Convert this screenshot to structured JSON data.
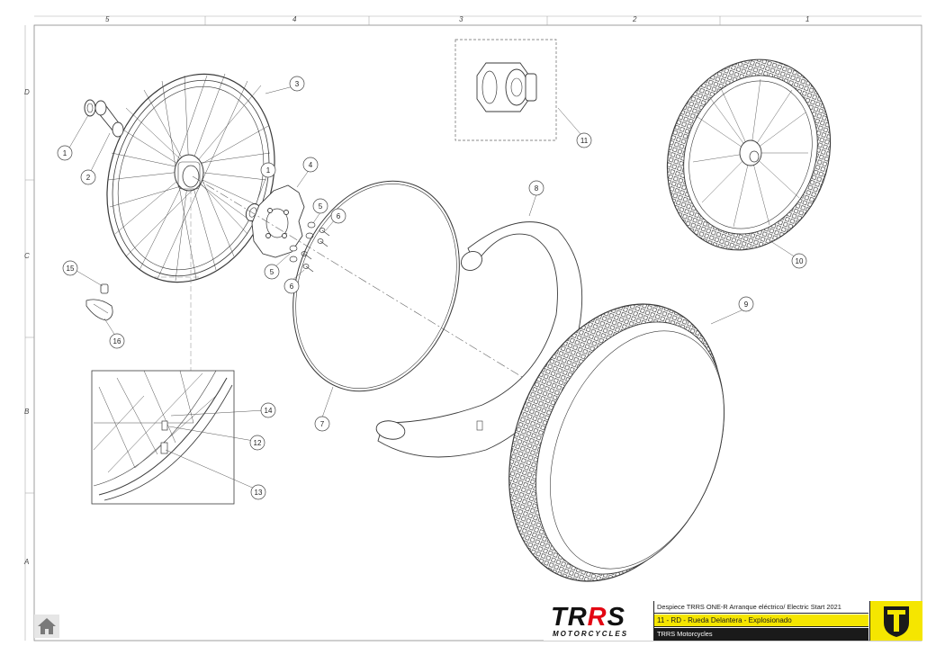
{
  "sheet": {
    "column_labels": [
      "5",
      "4",
      "3",
      "2",
      "1"
    ],
    "row_labels": [
      "D",
      "C",
      "B",
      "A"
    ]
  },
  "callouts": [
    "1",
    "2",
    "3",
    "1",
    "4",
    "5",
    "6",
    "5",
    "6",
    "7",
    "8",
    "9",
    "10",
    "11",
    "12",
    "13",
    "14",
    "15",
    "16"
  ],
  "title_block": {
    "brand": "TRRS",
    "brand_sub": "MOTORCYCLES",
    "line1": "Despiece TRRS ONE-R  Arranque eléctrico/ Electric Start 2021",
    "line2": "11 - RD - Rueda Delantera - Explosionado",
    "line3": "TRRS Motorcycles"
  },
  "icons": {
    "home": "home-icon",
    "badge": "trrs-shield-icon"
  },
  "colors": {
    "accent_yellow": "#f5e600",
    "brand_red": "#e30613",
    "line": "#3a3a3a"
  }
}
